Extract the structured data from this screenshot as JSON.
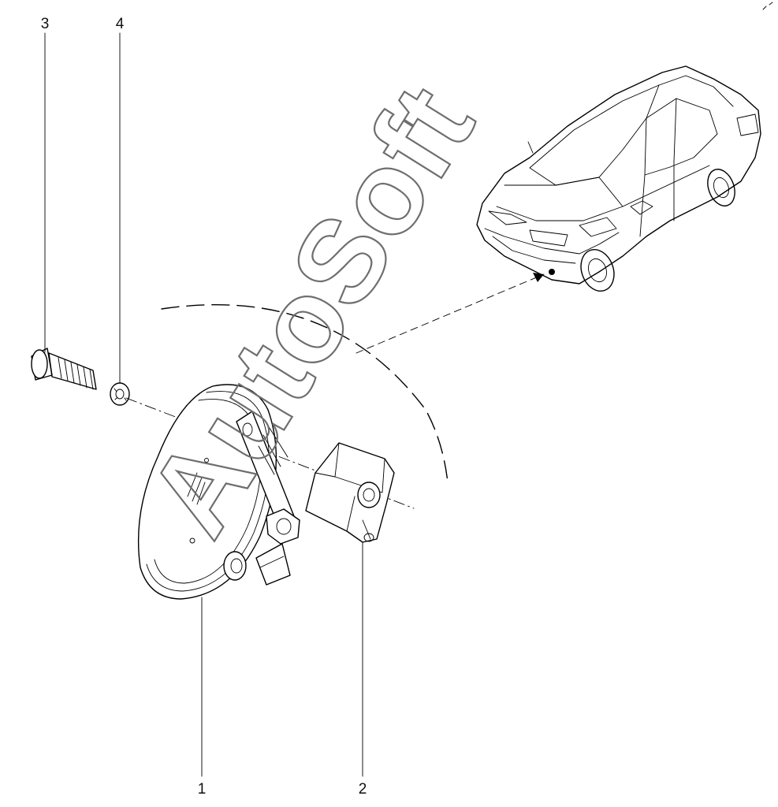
{
  "diagram": {
    "callouts": [
      {
        "id": "1",
        "label": "1",
        "part": "horn"
      },
      {
        "id": "2",
        "label": "2",
        "part": "bracket"
      },
      {
        "id": "3",
        "label": "3",
        "part": "bolt"
      },
      {
        "id": "4",
        "label": "4",
        "part": "washer"
      }
    ],
    "watermark": "AutoSoft",
    "colors": {
      "line": "#000000",
      "watermark": "#6e6e6e",
      "background": "#ffffff"
    }
  }
}
